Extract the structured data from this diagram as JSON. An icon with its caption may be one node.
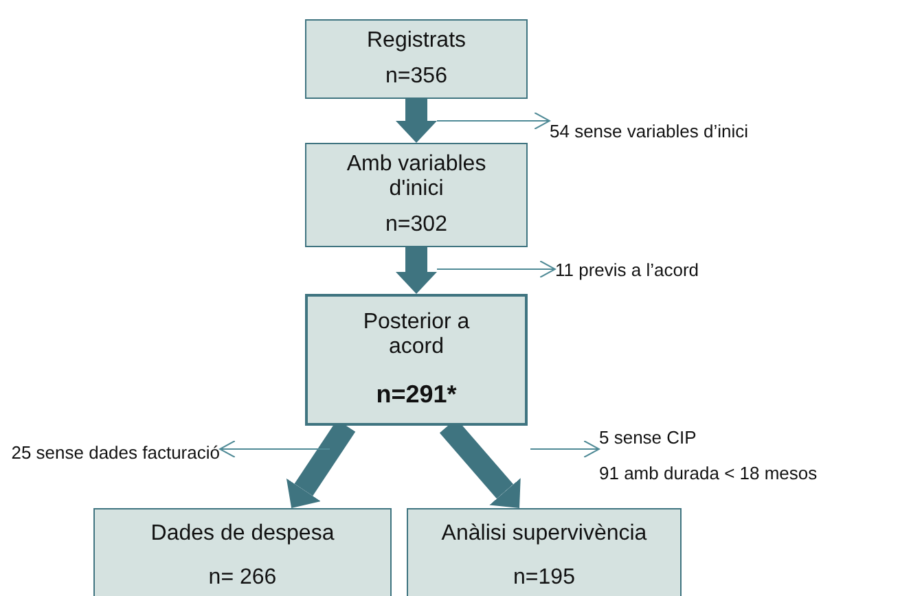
{
  "diagram": {
    "nodes": [
      {
        "text": [
          "Registrats",
          "n=356"
        ]
      },
      {
        "text": [
          "Amb variables d'inici",
          "n=302"
        ]
      },
      {
        "text": [
          "Posterior a acord",
          "n=291*"
        ]
      },
      {
        "text": [
          "Dades de despesa",
          "n= 266"
        ]
      },
      {
        "text": [
          "Anàlisi supervivència",
          "n=195"
        ]
      },
      {
        "text": [
          "54 sense variables  d’inici"
        ]
      },
      {
        "text": [
          "11 previs a l’acord"
        ]
      },
      {
        "text": [
          "25 sense dades facturació"
        ]
      },
      {
        "text": [
          "5 sense CIP",
          "91 amb durada < 18 mesos"
        ]
      }
    ],
    "edges": [
      {
        "from": 0,
        "to": 1,
        "arrow": "to",
        "style": "thick"
      },
      {
        "from": 1,
        "to": 2,
        "arrow": "to",
        "style": "thick"
      },
      {
        "from": 2,
        "to": 3,
        "arrow": "to",
        "style": "thick"
      },
      {
        "from": 2,
        "to": 4,
        "arrow": "to",
        "style": "thick"
      },
      {
        "from": null,
        "to": 5,
        "arrow": "to"
      },
      {
        "from": null,
        "to": 6,
        "arrow": "to"
      },
      {
        "from": null,
        "to": 7,
        "arrow": "to"
      },
      {
        "from": null,
        "to": 8,
        "arrow": "to"
      }
    ]
  }
}
